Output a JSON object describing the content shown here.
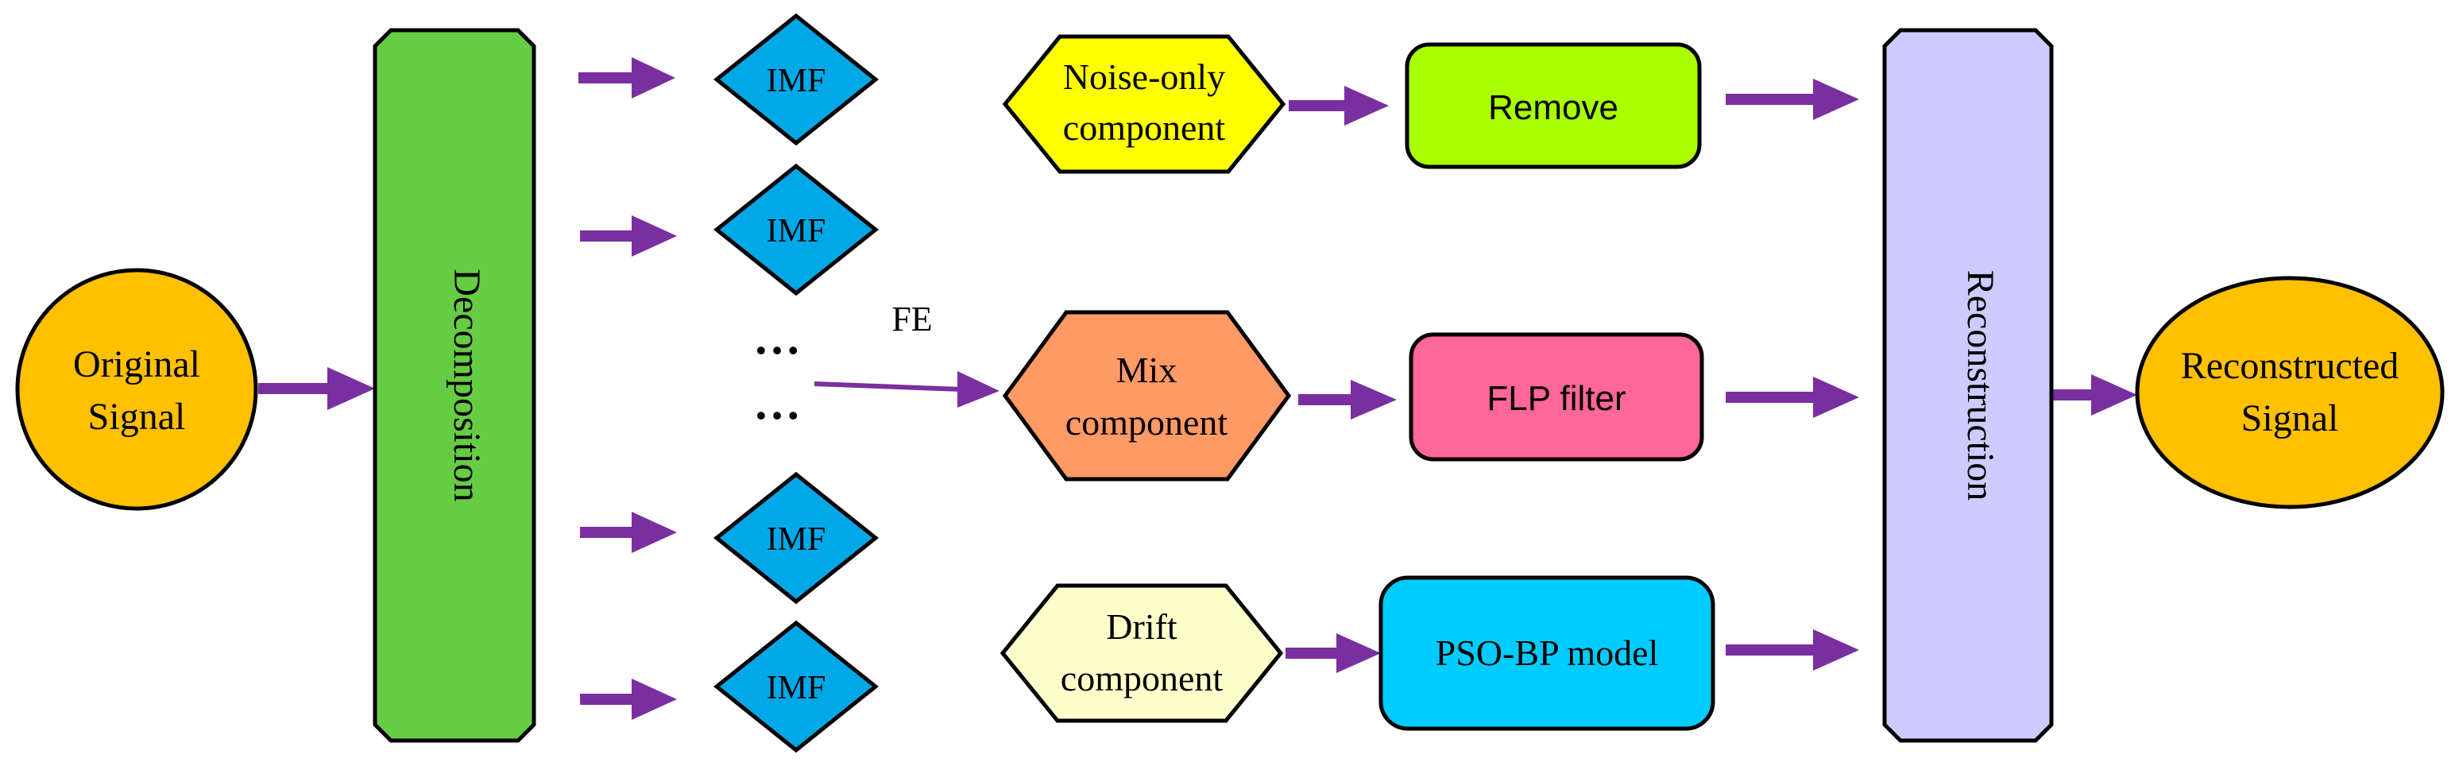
{
  "colors": {
    "arrow": "#7A2FA0",
    "original_signal": "#FFC000",
    "decomposition": "#66CC44",
    "imf": "#00A8E8",
    "noise_only": "#FFFF00",
    "mix": "#FF9966",
    "drift": "#FFFFCC",
    "remove": "#AAFF00",
    "flp_filter": "#FF6699",
    "pso_bp": "#00CCFF",
    "reconstruction": "#CCCCFF",
    "reconstructed_signal": "#FFC000"
  },
  "nodes": {
    "original_signal": {
      "line1": "Original",
      "line2": "Signal"
    },
    "decomposition": {
      "label": "Decomposition"
    },
    "imf": [
      "IMF",
      "IMF",
      "IMF",
      "IMF"
    ],
    "ellipsis_top": "…",
    "ellipsis_bottom": "…",
    "fe_label": "FE",
    "noise_only": {
      "line1": "Noise-only",
      "line2": "component"
    },
    "mix": {
      "line1": "Mix",
      "line2": "component"
    },
    "drift": {
      "line1": "Drift",
      "line2": "component"
    },
    "remove": {
      "label": "Remove"
    },
    "flp_filter": {
      "label": "FLP filter"
    },
    "pso_bp": {
      "label": "PSO-BP model"
    },
    "reconstruction": {
      "label": "Reconstruction"
    },
    "reconstructed_signal": {
      "line1": "Reconstructed",
      "line2": "Signal"
    }
  }
}
